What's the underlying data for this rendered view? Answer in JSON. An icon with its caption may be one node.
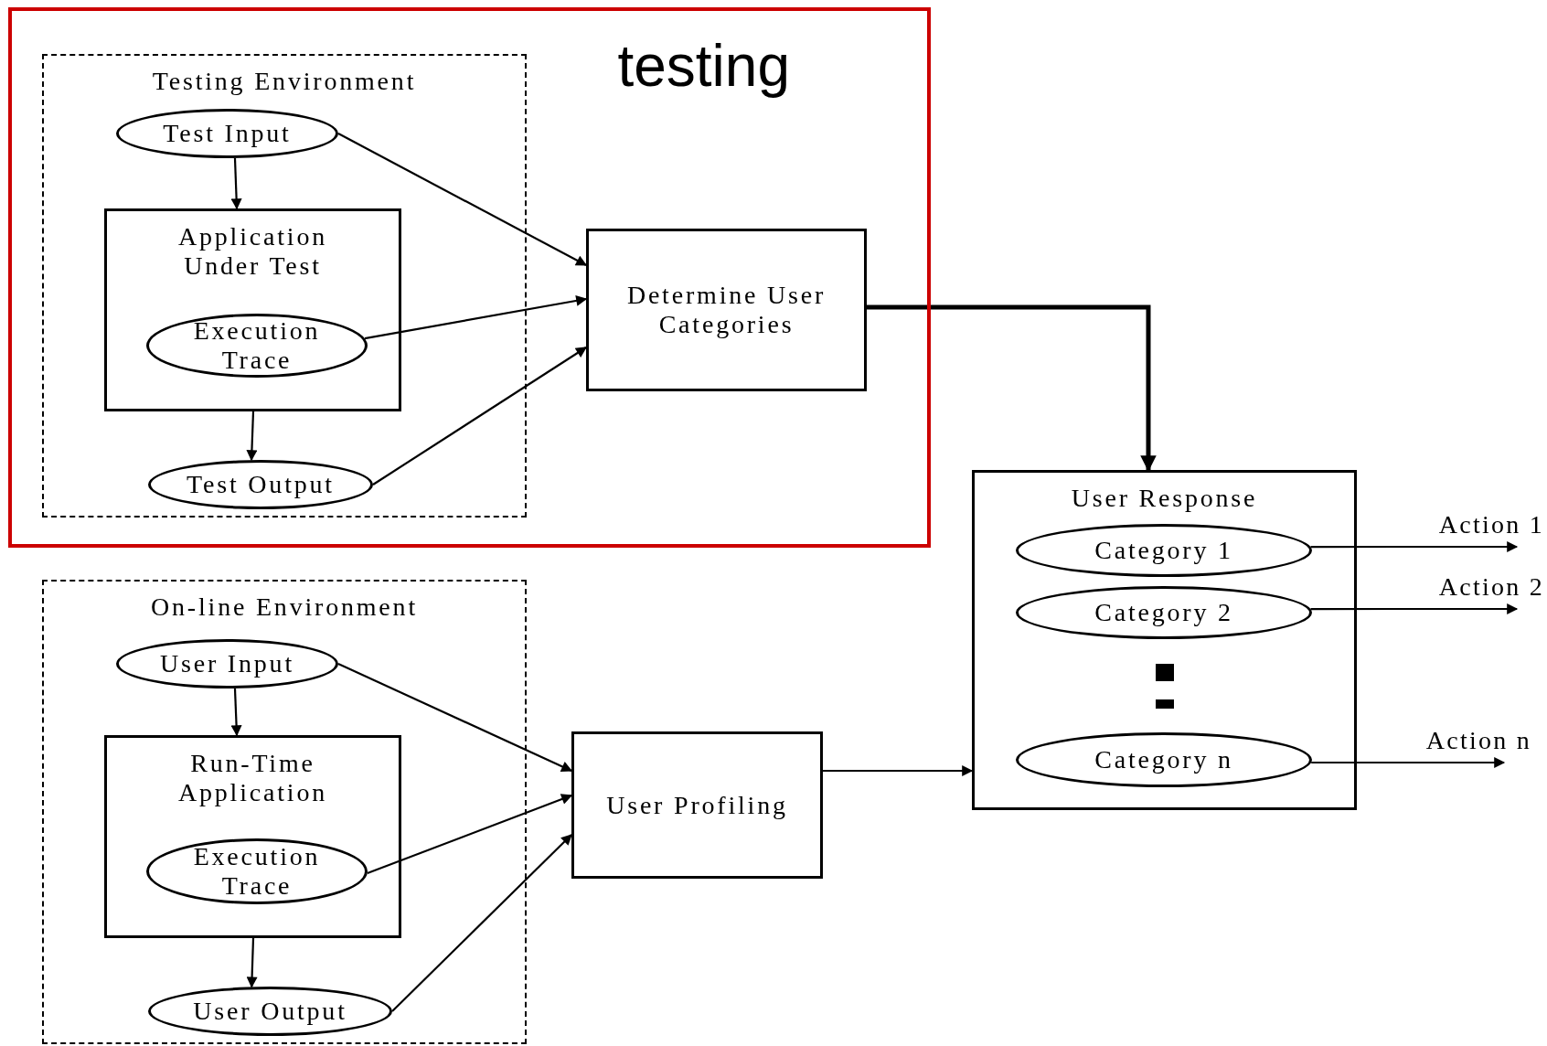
{
  "diagram": {
    "nodes": [
      {
        "text": [
          "testing"
        ]
      },
      {
        "text": [
          "Testing Environment"
        ],
        "in": 0
      },
      {
        "text": [
          "Test Input"
        ],
        "in": 1
      },
      {
        "text": [
          "Application Under Test"
        ],
        "in": 1
      },
      {
        "text": [
          "Execution Trace"
        ],
        "in": 3
      },
      {
        "text": [
          "Test Output"
        ],
        "in": 1
      },
      {
        "text": [
          "Determine User Categories"
        ],
        "in": 0
      },
      {
        "text": [
          "On-line Environment"
        ]
      },
      {
        "text": [
          "User Input"
        ],
        "in": 7
      },
      {
        "text": [
          "Run-Time Application"
        ],
        "in": 7
      },
      {
        "text": [
          "Execution Trace"
        ],
        "in": 9
      },
      {
        "text": [
          "User Output"
        ],
        "in": 7
      },
      {
        "text": [
          "User Profiling"
        ]
      },
      {
        "text": [
          "User Response"
        ]
      },
      {
        "text": [
          "Category 1"
        ],
        "in": 13
      },
      {
        "text": [
          "Category 2"
        ],
        "in": 13
      },
      {
        "text": [
          "Category n"
        ],
        "in": 13
      }
    ],
    "edges": [
      {
        "from": 2,
        "to": 3,
        "arrow": "to"
      },
      {
        "from": 3,
        "to": 5,
        "arrow": "to"
      },
      {
        "from": 2,
        "to": 6,
        "arrow": "to"
      },
      {
        "from": 4,
        "to": 6,
        "arrow": "to"
      },
      {
        "from": 5,
        "to": 6,
        "arrow": "to"
      },
      {
        "from": 6,
        "to": 13,
        "arrow": "to",
        "style": "thick"
      },
      {
        "from": 8,
        "to": 9,
        "arrow": "to"
      },
      {
        "from": 9,
        "to": 11,
        "arrow": "to"
      },
      {
        "from": 8,
        "to": 12,
        "arrow": "to"
      },
      {
        "from": 10,
        "to": 12,
        "arrow": "to"
      },
      {
        "from": 11,
        "to": 12,
        "arrow": "to"
      },
      {
        "from": 12,
        "to": 13,
        "arrow": "to"
      },
      {
        "from": 14,
        "to": null,
        "arrow": "to",
        "label": "Action 1"
      },
      {
        "from": 15,
        "to": null,
        "arrow": "to",
        "label": "Action 2"
      },
      {
        "from": 16,
        "to": null,
        "arrow": "to",
        "label": "Action n"
      }
    ]
  }
}
